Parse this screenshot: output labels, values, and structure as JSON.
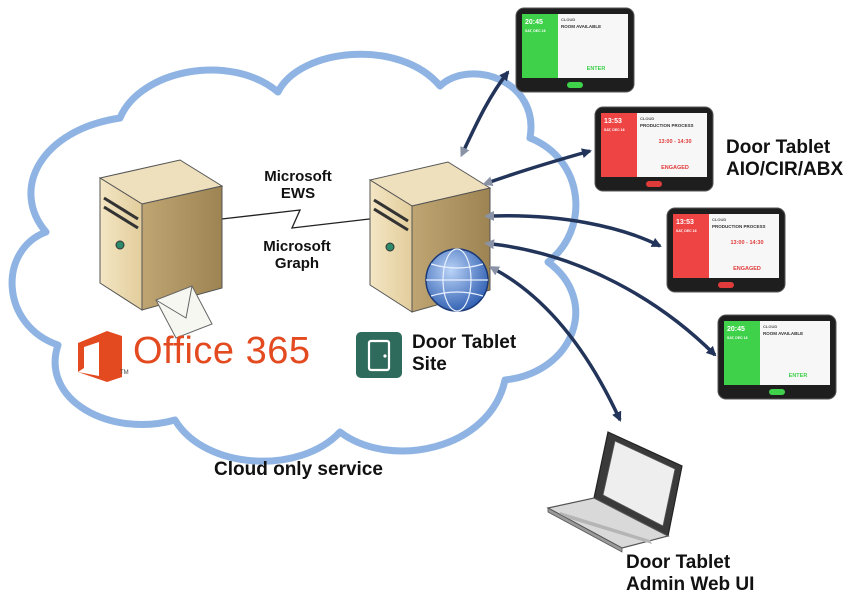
{
  "labels": {
    "ews": [
      "Microsoft",
      "EWS"
    ],
    "graph": [
      "Microsoft",
      "Graph"
    ],
    "site": [
      "Door Tablet",
      "Site"
    ],
    "cloud_service": "Cloud only service",
    "tablet_models": [
      "Door Tablet",
      "AIO/CIR/ABX"
    ],
    "admin_ui": [
      "Door Tablet",
      "Admin Web UI"
    ],
    "office_brand": "Office 365",
    "trademark": "TM"
  },
  "tablets": [
    {
      "time": "20:45",
      "date": "SAT, DEC 16",
      "org": "CLOUD",
      "title": "ROOM AVAILABLE",
      "action": "ENTER",
      "state": "available",
      "color": "#3fd14a"
    },
    {
      "time": "13:53",
      "date": "SAT, DEC 16",
      "org": "CLOUD",
      "title": "PRODUCTION PROCESS",
      "slot": "13:00 - 14:30",
      "action": "ENGAGED",
      "state": "engaged",
      "color": "#ee4444"
    },
    {
      "time": "13:53",
      "date": "SAT, DEC 16",
      "org": "CLOUD",
      "title": "PRODUCTION PROCESS",
      "slot": "13:00 - 14:30",
      "action": "ENGAGED",
      "state": "engaged",
      "color": "#ee4444"
    },
    {
      "time": "20:45",
      "date": "SAT, DEC 16",
      "org": "CLOUD",
      "title": "ROOM AVAILABLE",
      "action": "ENTER",
      "state": "available",
      "color": "#3fd14a"
    }
  ],
  "colors": {
    "cloud_outline": "#8fb4e3",
    "arrow": "#223459",
    "arrow_light": "#8a93a6",
    "office_red": "#e34a1f",
    "site_icon": "#2f6b5d"
  }
}
